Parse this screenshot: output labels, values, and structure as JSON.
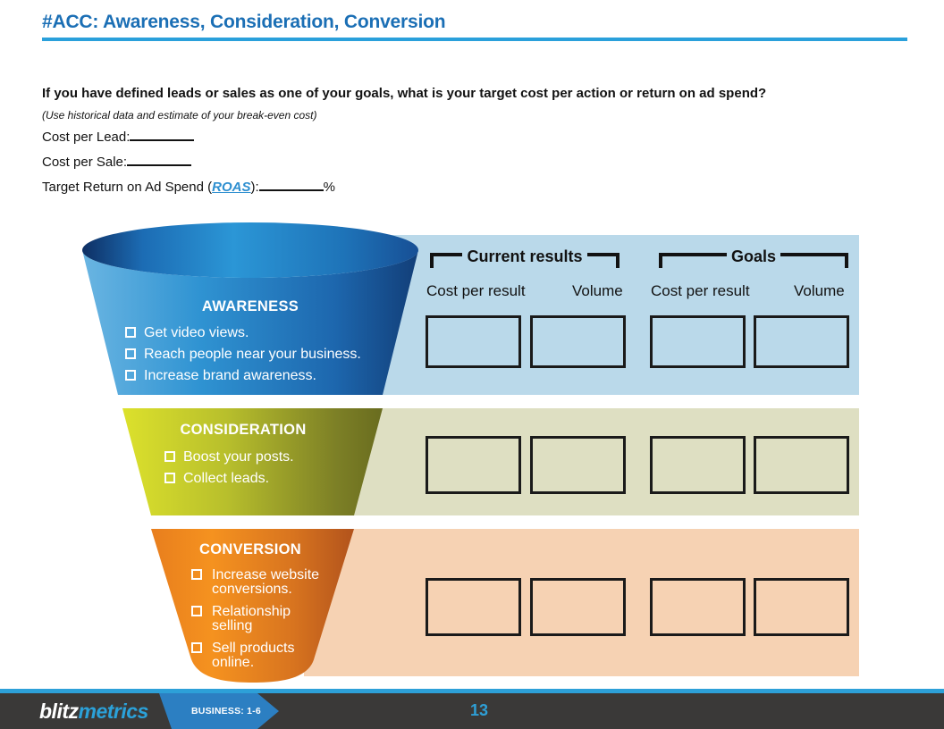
{
  "page": {
    "title": "#ACC: Awareness, Consideration, Conversion"
  },
  "intro": {
    "question": "If you have defined leads or sales as one of your goals, what is your target cost per action or return on ad spend?",
    "note": "(Use historical data and estimate of your break-even cost)",
    "cost_per_lead_label": "Cost per Lead:",
    "cost_per_sale_label": "Cost per Sale:",
    "roas_prefix": "Target Return on Ad Spend (",
    "roas_link": "ROAS",
    "roas_suffix": "):",
    "roas_unit": "%"
  },
  "table": {
    "group_headers": [
      "Current results",
      "Goals"
    ],
    "column_headers": [
      "Cost per result",
      "Volume",
      "Cost per result",
      "Volume"
    ],
    "rows": [
      "awareness",
      "consideration",
      "conversion"
    ],
    "cells_per_row": 4,
    "cell_values": [
      "",
      "",
      "",
      "",
      "",
      "",
      "",
      "",
      "",
      "",
      "",
      ""
    ]
  },
  "funnel": {
    "stages": [
      {
        "name": "AWARENESS",
        "items": [
          "Get video views.",
          "Reach people near your business.",
          "Increase brand awareness."
        ],
        "shape_color": "#2e8fd0",
        "band_color": "#bad9ea"
      },
      {
        "name": "CONSIDERATION",
        "items": [
          "Boost your posts.",
          "Collect leads."
        ],
        "shape_color": "#b0b82b",
        "band_color": "#dedfc2"
      },
      {
        "name": "CONVERSION",
        "items": [
          "Increase website\nconversions.",
          "Relationship\nselling",
          "Sell products\nonline."
        ],
        "shape_color": "#e8831f",
        "band_color": "#f6d2b3"
      }
    ]
  },
  "footer": {
    "logo_left": "blitz",
    "logo_right": "metrics",
    "badge": "BUSINESS: 1-6",
    "page_number": "13"
  },
  "colors": {
    "title_blue": "#1b6fb5",
    "rule_cyan": "#2aa0db",
    "link_blue": "#2e8fd0",
    "footer_bar": "#3a3938",
    "footer_cyan": "#2da0d8",
    "banner_blue": "#2c7fc2",
    "ink": "#121212"
  }
}
